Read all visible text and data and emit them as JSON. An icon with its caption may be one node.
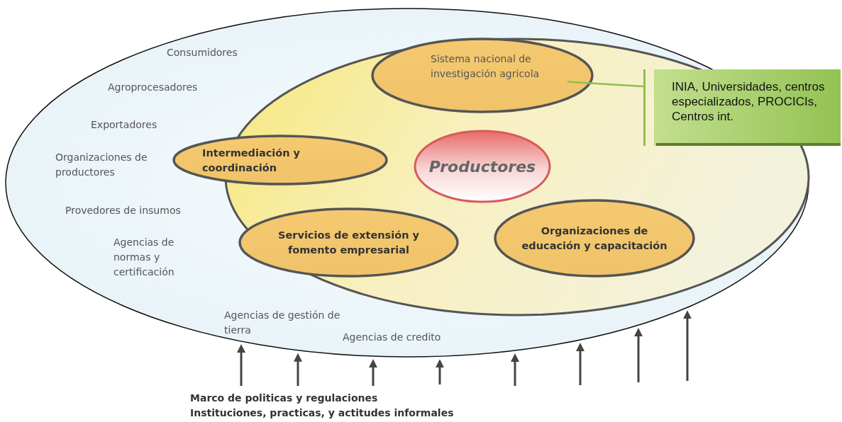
{
  "diagram": {
    "nodes": [
      {
        "text": [
          "Consumidores",
          "Agroprocesadores",
          "Exportadores",
          "Organizaciones de productores",
          "Provedores de insumos",
          "Agencias de normas y certificación",
          "Agencias de gestión de tierra",
          "Agencias de credito"
        ]
      },
      {
        "text": [],
        "shape": "ellipse",
        "in": 0
      },
      {
        "text": [
          "Sistema nacional de investigación agricola"
        ],
        "in": 1
      },
      {
        "text": [
          "Intermediación y coordinación"
        ],
        "in": 0
      },
      {
        "text": [
          "Productores"
        ],
        "in": 1
      },
      {
        "text": [
          "Servicios de extensión y fomento empresarial"
        ],
        "in": 1
      },
      {
        "text": [
          "Organizaciones de educación y capacitación"
        ],
        "in": 1
      },
      {
        "text": [
          "INIA, Universidades, centros especializados, PROCICIs, Centros int."
        ]
      }
    ],
    "edges": [
      {
        "from": 7,
        "to": 2,
        "arrow": "none",
        "color": "#8fbf4c"
      },
      {
        "from": null,
        "to": 0,
        "arrow": "to"
      },
      {
        "from": null,
        "to": 0,
        "arrow": "to"
      },
      {
        "from": null,
        "to": 0,
        "arrow": "to"
      },
      {
        "from": null,
        "to": 0,
        "arrow": "to"
      },
      {
        "from": null,
        "to": 0,
        "arrow": "to"
      },
      {
        "from": null,
        "to": 0,
        "arrow": "to"
      },
      {
        "from": null,
        "to": 0,
        "arrow": "to"
      },
      {
        "from": null,
        "to": 0,
        "arrow": "to"
      }
    ],
    "labels": [
      "Marco de politicas y regulaciones",
      "Instituciones, practicas, y actitudes informales"
    ]
  }
}
